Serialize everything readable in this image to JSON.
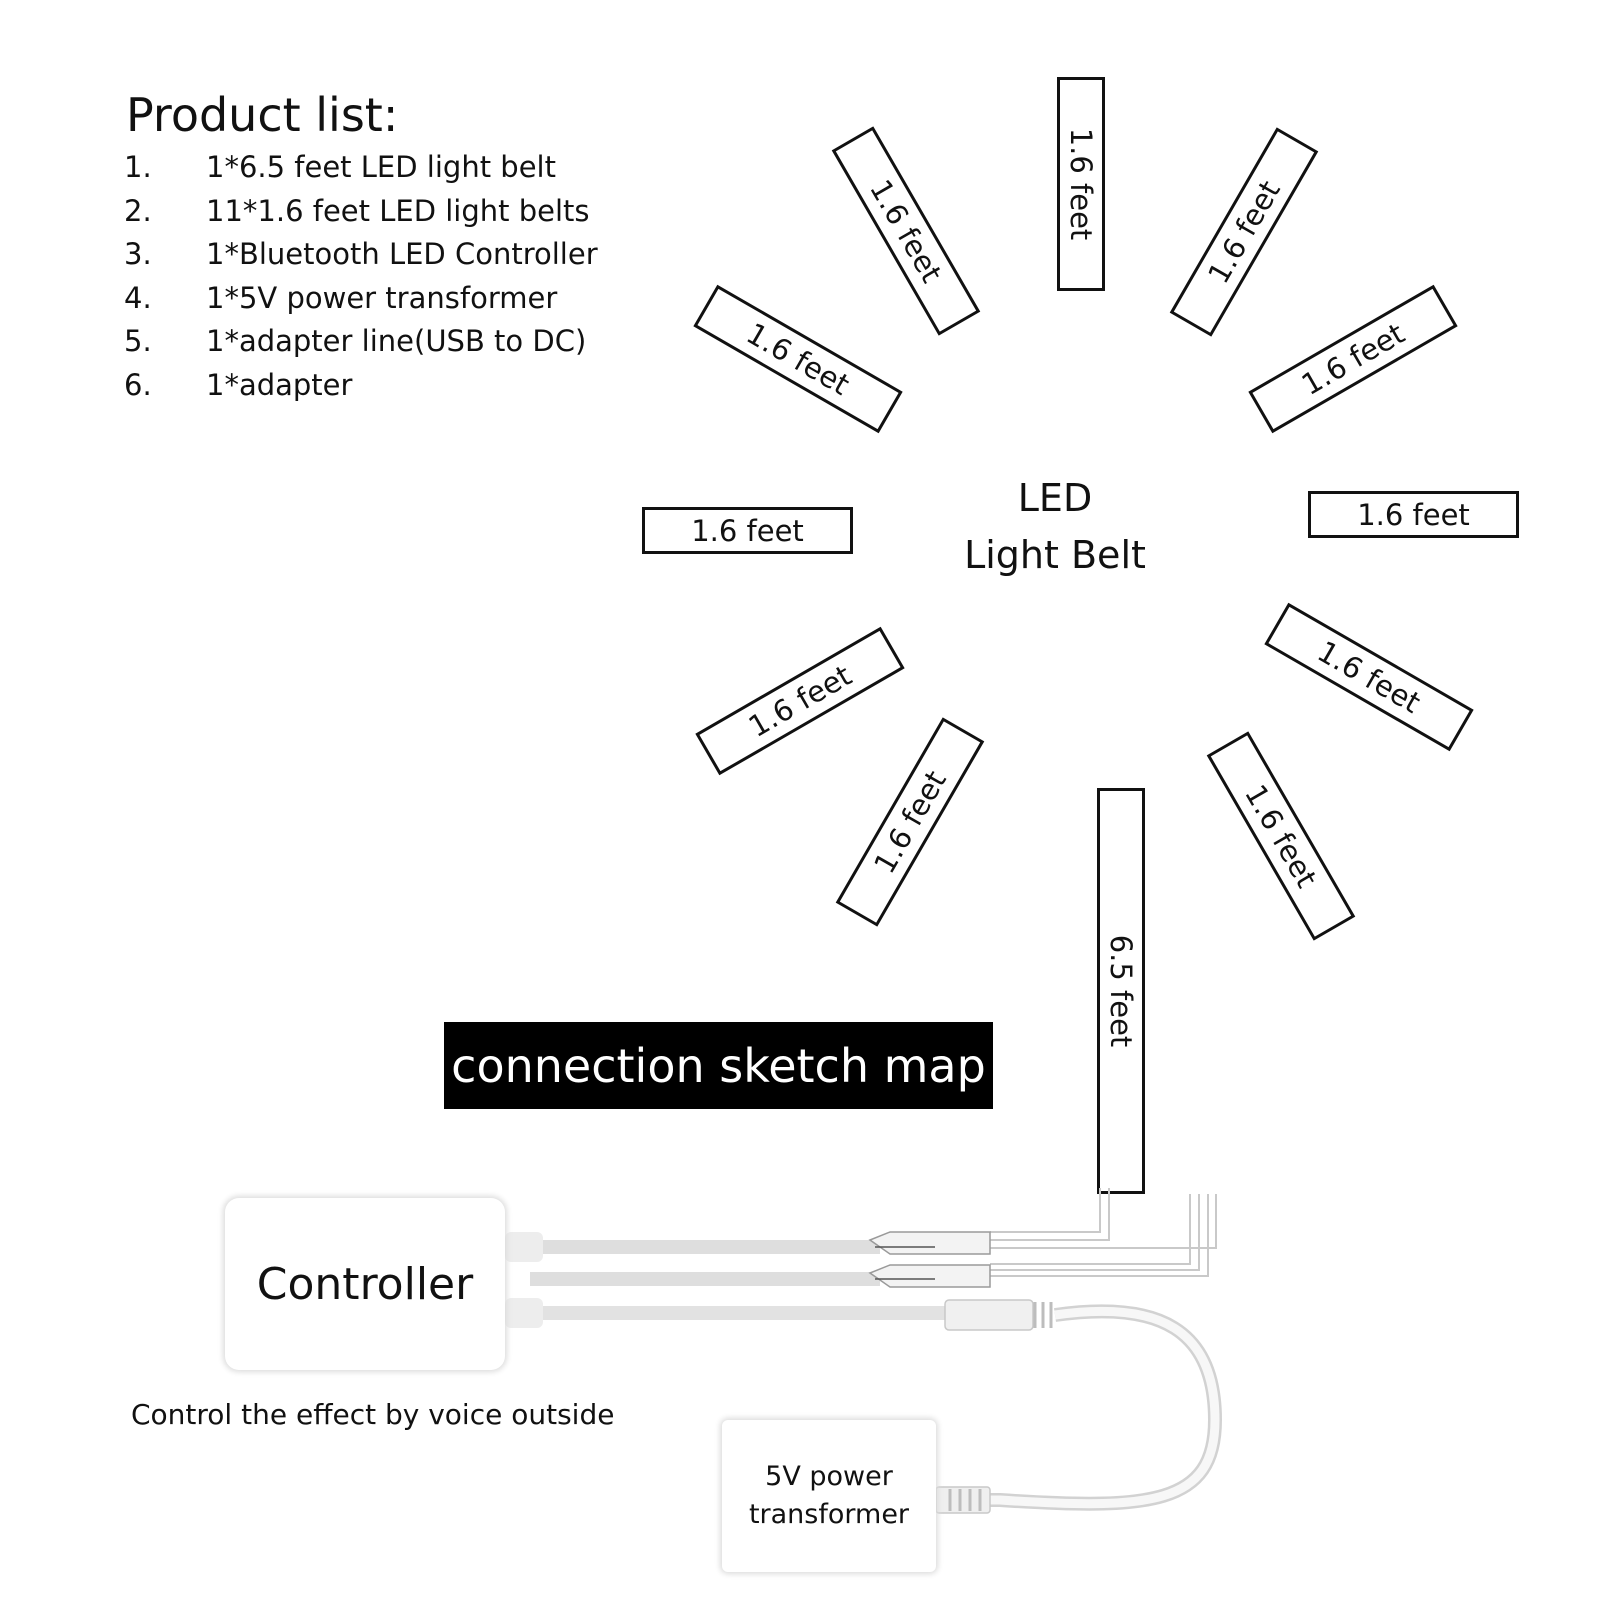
{
  "product_list": {
    "title": "Product list:",
    "items": [
      {
        "num": "1.",
        "text": "1*6.5 feet LED light belt"
      },
      {
        "num": "2.",
        "text": "11*1.6 feet LED light belts"
      },
      {
        "num": "3.",
        "text": "1*Bluetooth LED Controller"
      },
      {
        "num": "4.",
        "text": "1*5V power transformer"
      },
      {
        "num": "5.",
        "text": "1*adapter line(USB to DC)"
      },
      {
        "num": "6.",
        "text": "1*adapter"
      }
    ]
  },
  "diagram": {
    "center_label_line1": "LED",
    "center_label_line2": "Light Belt",
    "short_belt_label": "1.6 feet",
    "long_belt_label": "6.5 feet",
    "banner": "connection sketch map",
    "controller_label": "Controller",
    "controller_caption": "Control the effect by voice outside",
    "transformer_line1": "5V power",
    "transformer_line2": "transformer"
  }
}
